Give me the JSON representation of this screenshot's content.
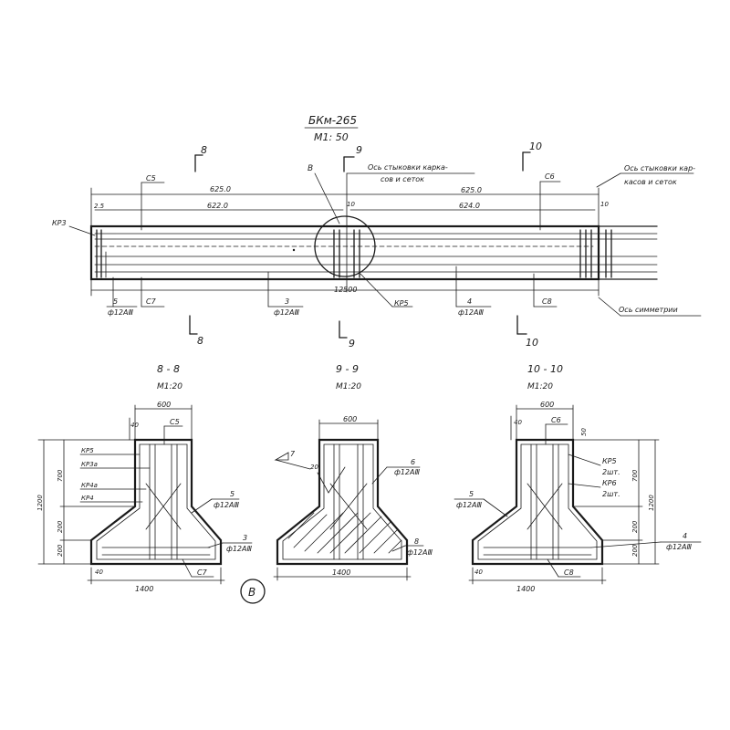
{
  "main_view": {
    "title": "БКм-265",
    "scale": "М1: 50",
    "section_marks": [
      "8",
      "9",
      "10"
    ],
    "callout_b": "В",
    "joint_axis_1_line1": "Ось стыковки карка-",
    "joint_axis_1_line2": "сов и сеток",
    "joint_axis_2_line1": "Ось стыковки кар-",
    "joint_axis_2_line2": "касов и сеток",
    "symmetry_axis": "Ось симметрии",
    "labels": {
      "c5": "С5",
      "c6": "С6",
      "c7": "С7",
      "c8": "С8",
      "kr3": "КР3",
      "kr5": "КР5",
      "dim_6250_left": "625.0",
      "dim_6250_right": "625.0",
      "dim_6220": "622.0",
      "dim_6240": "624.0",
      "dim_25": "2.5",
      "dim_10a": "10",
      "dim_10b": "10",
      "dim_12500": "12500",
      "bar5_num": "5",
      "bar5_spec": "ф12АⅢ",
      "bar3_num": "3",
      "bar3_spec": "ф12АⅢ",
      "bar4_num": "4",
      "bar4_spec": "ф12АⅢ"
    }
  },
  "sections": [
    {
      "title": "8 - 8",
      "scale": "М1:20",
      "labels": {
        "top_dim": "600",
        "d40": "40",
        "c5": "С5",
        "kr5": "КР5",
        "kr3a": "КР3а",
        "kr4a": "КР4а",
        "kr4": "КР4",
        "d1200": "1200",
        "d700": "700",
        "d200": "200",
        "d200b": "200",
        "bar5": "5",
        "bar5_spec": "ф12АⅢ",
        "bar3": "3",
        "bar3_spec": "ф12АⅢ",
        "d40b": "40",
        "c7": "С7",
        "bottom_dim": "1400",
        "circle_b": "В"
      }
    },
    {
      "title": "9 - 9",
      "scale": "М1:20",
      "labels": {
        "top_dim": "600",
        "bar7": "7",
        "d20": "20",
        "bar6": "6",
        "bar6_spec": "ф12АⅢ",
        "bar8": "8",
        "bar8_spec": "ф12АⅢ",
        "bottom_dim": "1400"
      }
    },
    {
      "title": "10 - 10",
      "scale": "М1:20",
      "labels": {
        "top_dim": "600",
        "d40": "40",
        "c6": "С6",
        "d50": "50",
        "kr5": "КР5",
        "kr5_qty": "2шт.",
        "kr6": "КР6",
        "kr6_qty": "2шт.",
        "d1200": "1200",
        "d700": "700",
        "d200": "200",
        "d200b": "200",
        "bar5": "5",
        "bar5_spec": "ф12АⅢ",
        "bar4": "4",
        "bar4_spec": "ф12АⅢ",
        "d40b": "40",
        "c8": "С8",
        "bottom_dim": "1400"
      }
    }
  ]
}
